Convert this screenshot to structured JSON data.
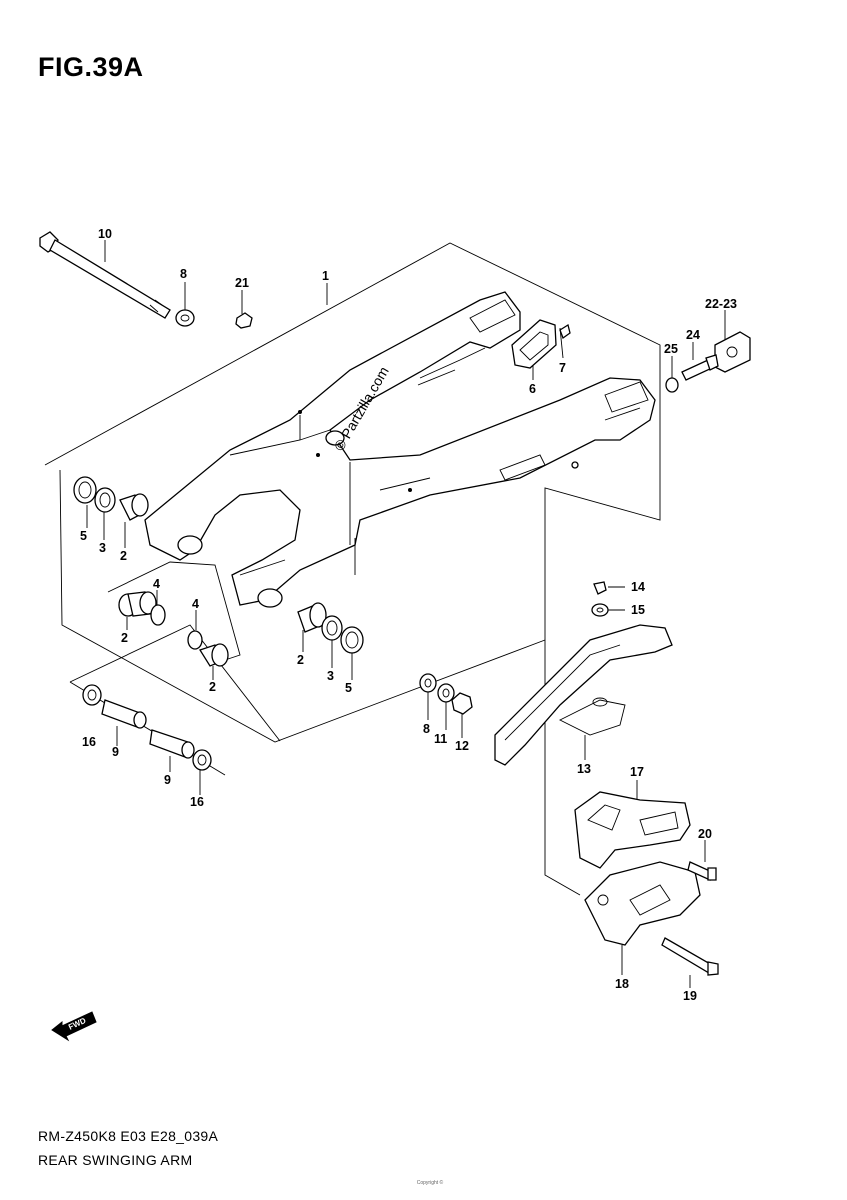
{
  "figure": {
    "title": "FIG.39A"
  },
  "watermark": "© Partzilla.com",
  "forward_arrow_text": "FWD",
  "labels": {
    "p1": "1",
    "p2a": "2",
    "p2b": "2",
    "p2c": "2",
    "p2d": "2",
    "p3a": "3",
    "p3b": "3",
    "p4a": "4",
    "p4b": "4",
    "p5a": "5",
    "p5b": "5",
    "p6": "6",
    "p7": "7",
    "p8a": "8",
    "p8b": "8",
    "p9a": "9",
    "p9b": "9",
    "p10": "10",
    "p11": "11",
    "p12": "12",
    "p13": "13",
    "p14": "14",
    "p15": "15",
    "p16a": "16",
    "p16b": "16",
    "p17": "17",
    "p18": "18",
    "p19": "19",
    "p20": "20",
    "p21": "21",
    "p2223": "22-23",
    "p24": "24",
    "p25": "25"
  },
  "footer": {
    "model_code": "RM-Z450K8 E03 E28_039A",
    "caption": "REAR SWINGING ARM",
    "note": "Copyright ©"
  }
}
